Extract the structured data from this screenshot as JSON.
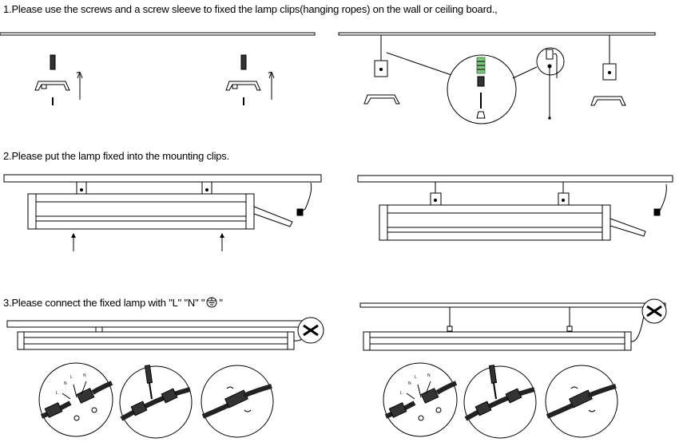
{
  "steps": [
    {
      "text": "1.Please use the screws and a screw sleeve to fixed the lamp clips(hanging ropes) on the wall or ceiling board.,"
    },
    {
      "text": "2.Please put the lamp fixed into the mounting clips."
    },
    {
      "text": "3.Please connect the fixed lamp with \"L\" \"N\" \"",
      "suffix": "\""
    }
  ],
  "wire_labels": {
    "l": "L",
    "n": "N"
  },
  "icons": [
    "screw-icon",
    "clip-icon",
    "hook-icon",
    "arrow-up-icon",
    "ground-symbol-icon",
    "screwdriver-icon",
    "connector-icon"
  ]
}
